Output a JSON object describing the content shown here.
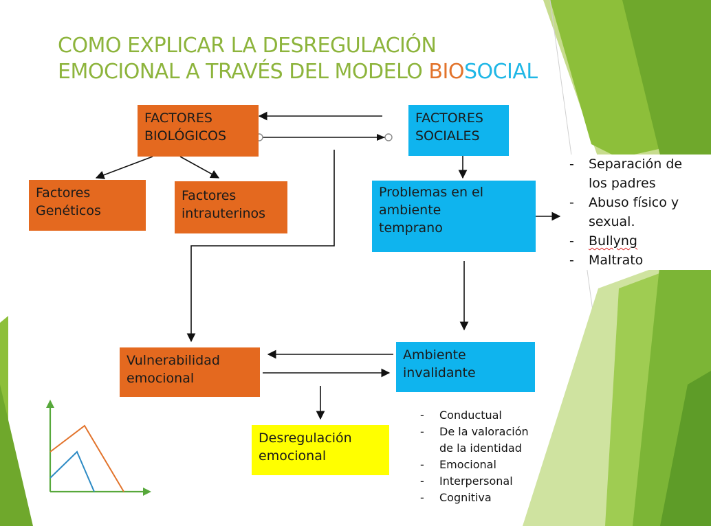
{
  "title": {
    "line1": "COMO EXPLICAR LA DESREGULACIÓN",
    "line2_prefix": "EMOCIONAL A TRAVÉS DEL MODELO ",
    "line2_bio": "BIO",
    "line2_social": "SOCIAL"
  },
  "nodes": {
    "factores_biologicos": "FACTORES\nBIOLÓGICOS",
    "factores_sociales": "FACTORES\nSOCIALES",
    "factores_geneticos": "Factores\nGenéticos",
    "factores_intrauterinos": "Factores\nintrauterinos",
    "problemas_ambiente": "Problemas en el\nambiente\ntemprano",
    "vulnerabilidad": "Vulnerabilidad\nemocional",
    "ambiente_invalidante": "Ambiente\ninvalidante",
    "desregulacion": "Desregulación\nemocional"
  },
  "list_problemas": [
    "Separación de\nlos padres",
    "Abuso físico y\nsexual.",
    "Bullyng",
    "Maltrato"
  ],
  "list_invalidante": [
    "Conductual",
    "De la valoración\nde la identidad",
    "Emocional",
    "Interpersonal",
    "Cognitiva"
  ],
  "colors": {
    "orange": "#e4691f",
    "blue": "#0fb4ee",
    "yellow": "#ffff00",
    "title_green": "#8db43c",
    "bio": "#e2732b",
    "social": "#1fb7e6"
  }
}
